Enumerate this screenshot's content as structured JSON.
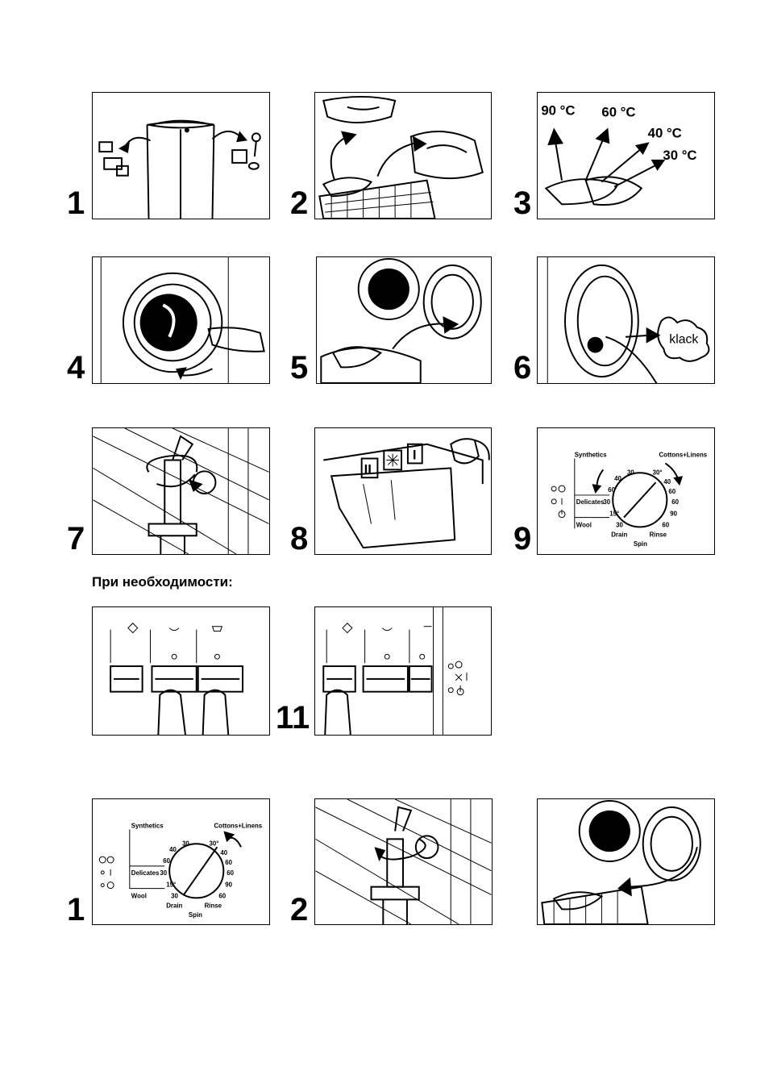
{
  "section_heading": "При необходимости:",
  "steps_row1": [
    "1",
    "2",
    "3"
  ],
  "steps_row2": [
    "4",
    "5",
    "6"
  ],
  "steps_row3": [
    "7",
    "8",
    "9"
  ],
  "step_11": "11",
  "steps_row5": [
    "1",
    "2"
  ],
  "temperatures": {
    "t90": "90 °C",
    "t60": "60 °C",
    "t40": "40 °C",
    "t30": "30 °C"
  },
  "klack": "klack",
  "dial": {
    "synthetics": "Synthetics",
    "cottons": "Cottons+Linens",
    "delicates": "Delicates",
    "wool": "Wool",
    "drain": "Drain",
    "rinse": "Rinse",
    "spin": "Spin",
    "values": {
      "d30a": "30",
      "d40a": "40",
      "d60a": "60",
      "d30b": "30°",
      "d40b": "40",
      "d60b": "60",
      "d30c": "30",
      "d60c": "60",
      "d15": "15°",
      "d90": "90",
      "d30d": "30",
      "d60d": "60"
    }
  },
  "dispenser_labels": {
    "prewash": "II",
    "main": "I"
  },
  "icons": [
    "start-icon",
    "spin-icon",
    "rinse-icon",
    "power-icon",
    "led-icon",
    "softener-icon",
    "shirt-icon",
    "wool-icon"
  ],
  "colors": {
    "ink": "#000000",
    "paper": "#ffffff"
  }
}
